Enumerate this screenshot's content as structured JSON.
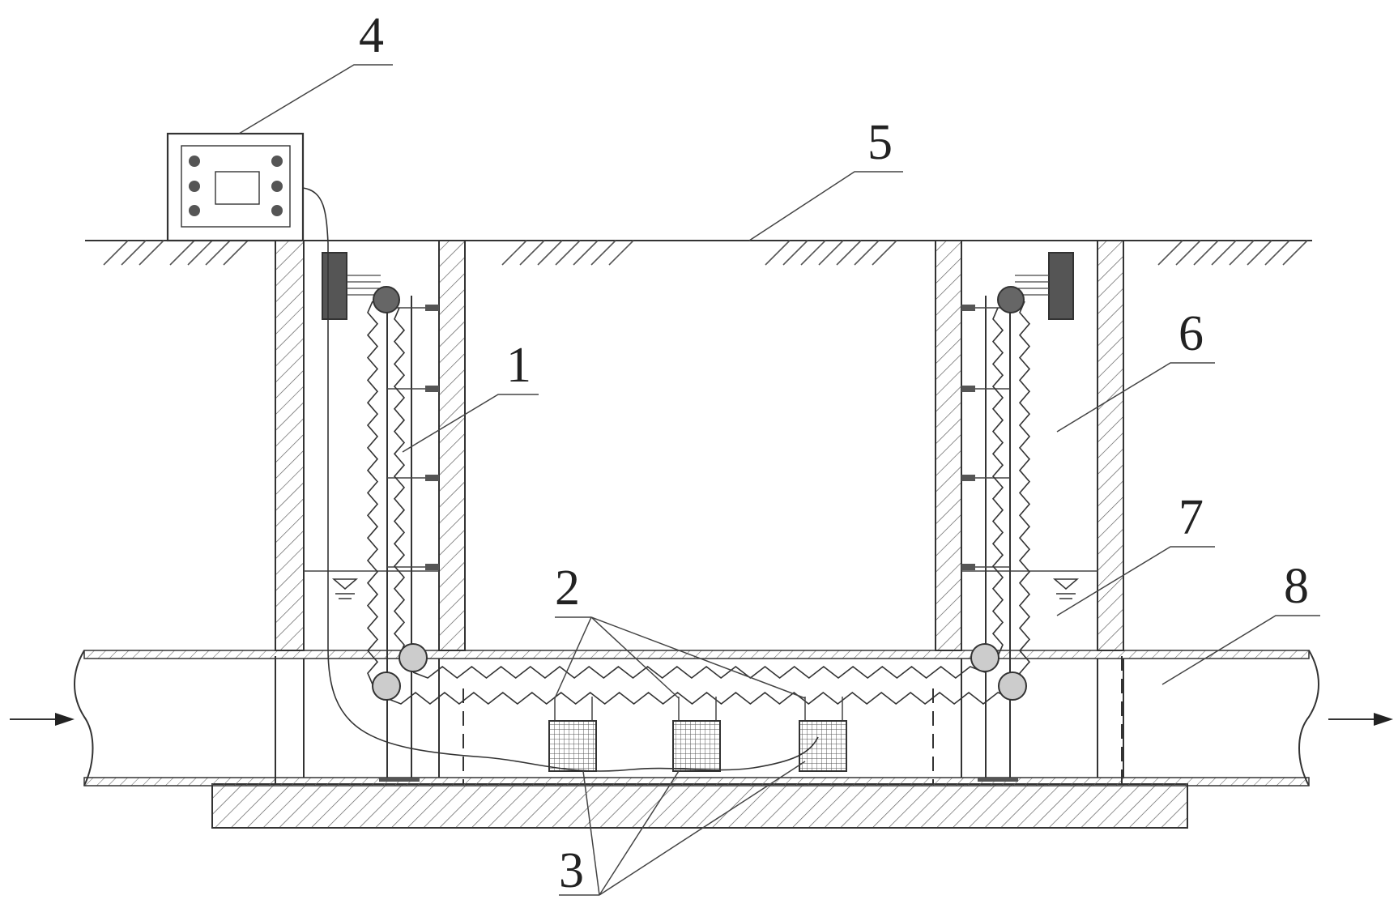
{
  "diagram": {
    "callouts": [
      {
        "id": "1",
        "label": "1"
      },
      {
        "id": "2",
        "label": "2"
      },
      {
        "id": "3",
        "label": "3"
      },
      {
        "id": "4",
        "label": "4"
      },
      {
        "id": "5",
        "label": "5"
      },
      {
        "id": "6",
        "label": "6"
      },
      {
        "id": "7",
        "label": "7"
      },
      {
        "id": "8",
        "label": "8"
      }
    ],
    "colors": {
      "line": "#333333",
      "motor": "#555555",
      "sprocket": "#666666",
      "pulley": "#cccccc"
    },
    "icons": [
      "control-box",
      "motor",
      "sprocket",
      "pulley",
      "basket",
      "flow-arrow",
      "water-level-symbol"
    ]
  }
}
